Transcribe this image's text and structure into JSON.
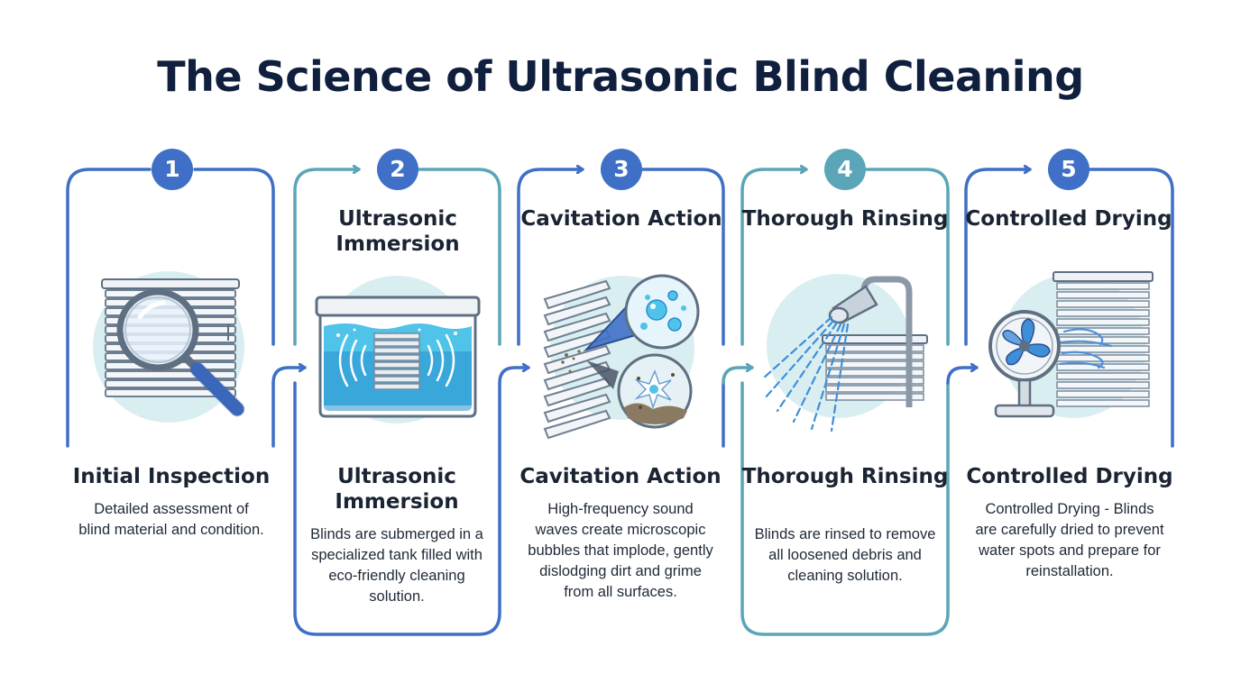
{
  "title": "The Science of Ultrasonic Blind Cleaning",
  "colors": {
    "title": "#0f1f3d",
    "blue": "#3f6fc6",
    "teal": "#5aa6b8",
    "circle_bg": "#d9eef0",
    "water": "#4fc3e8"
  },
  "steps": [
    {
      "number": "1",
      "top_title": "",
      "heading": "Initial Inspection",
      "description": "Detailed assessment of blind material and condition.",
      "icon": "magnifier-over-blinds-icon"
    },
    {
      "number": "2",
      "top_title": "Ultrasonic Immersion",
      "heading": "Ultrasonic Immersion",
      "description": "Blinds are submerged in a specialized tank filled with eco-friendly cleaning solution.",
      "icon": "ultrasonic-tank-icon"
    },
    {
      "number": "3",
      "top_title": "Cavitation Action",
      "heading": "Cavitation Action",
      "description": "High-frequency sound waves create microscopic bubbles that implode, gently dislodging dirt and grime from all surfaces.",
      "icon": "cavitation-bubbles-icon"
    },
    {
      "number": "4",
      "top_title": "Thorough Rinsing",
      "heading": "Thorough Rinsing",
      "description": "Blinds are rinsed to remove all loosened debris and cleaning solution.",
      "icon": "shower-rinse-icon"
    },
    {
      "number": "5",
      "top_title": "Controlled Drying",
      "heading": "Controlled Drying",
      "description": "Controlled Drying - Blinds are carefully dried to prevent water spots and prepare for reinstallation.",
      "icon": "fan-drying-icon"
    }
  ]
}
